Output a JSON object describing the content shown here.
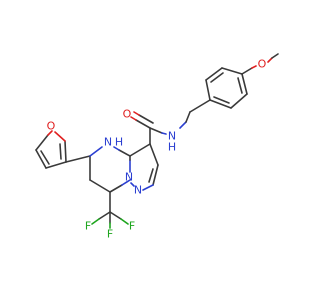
{
  "molecule": {
    "atoms": {
      "furan_o": "O",
      "amide_o": "O",
      "methoxy_o": "O",
      "amine_nh": "N",
      "amine_h": "H",
      "amide_nh": "N",
      "amide_h": "H",
      "bridge_n": "N",
      "pyrazole_n": "N",
      "f_left": "F",
      "f_mid": "F",
      "f_right": "F"
    }
  }
}
